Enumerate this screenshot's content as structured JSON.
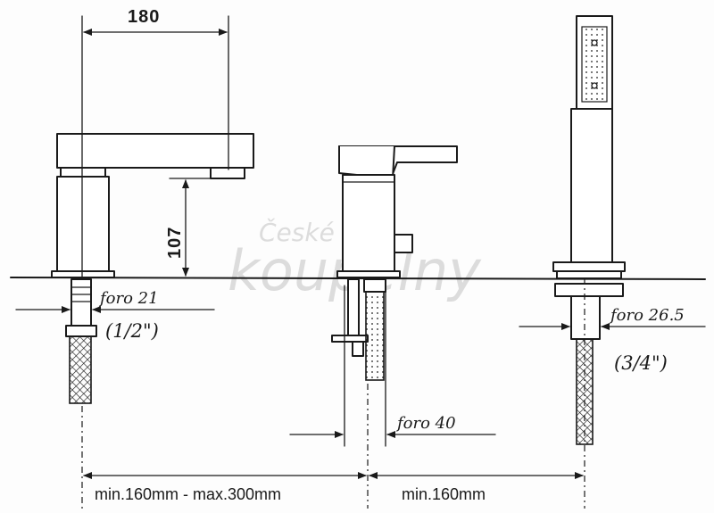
{
  "dimensions": {
    "spout_length": "180",
    "spout_height": "107",
    "foro_spout": "foro 21",
    "thread_spout": "(1/2\")",
    "foro_mixer": "foro 40",
    "foro_shower": "foro 26.5",
    "thread_shower": "(3/4\")",
    "spacing_left": "min.160mm - max.300mm",
    "spacing_right": "min.160mm"
  },
  "watermark": {
    "line1": "České",
    "line2": "koupelny"
  },
  "colors": {
    "line": "#1a1a1a",
    "background": "#fdfdfd",
    "watermark": "#dcdcdc"
  }
}
